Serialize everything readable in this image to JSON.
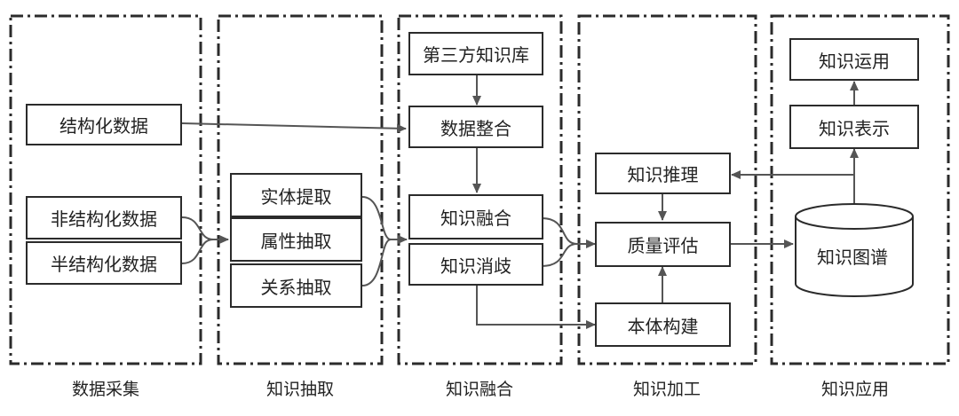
{
  "stages": {
    "collection": "数据采集",
    "extraction": "知识抽取",
    "fusion": "知识融合",
    "processing": "知识加工",
    "application": "知识应用"
  },
  "nodes": {
    "structured_data": "结构化数据",
    "unstructured_data": "非结构化数据",
    "semi_structured_data": "半结构化数据",
    "entity_extraction": "实体提取",
    "attribute_extraction": "属性抽取",
    "relation_extraction": "关系抽取",
    "third_party_kb": "第三方知识库",
    "data_integration": "数据整合",
    "knowledge_merging": "知识融合",
    "knowledge_disambiguation": "知识消歧",
    "knowledge_reasoning": "知识推理",
    "quality_assessment": "质量评估",
    "ontology_construction": "本体构建",
    "knowledge_application": "知识运用",
    "knowledge_representation": "知识表示",
    "knowledge_graph": "知识图谱"
  },
  "colors": {
    "line": "#2b2b2b",
    "arrow": "#555555"
  }
}
